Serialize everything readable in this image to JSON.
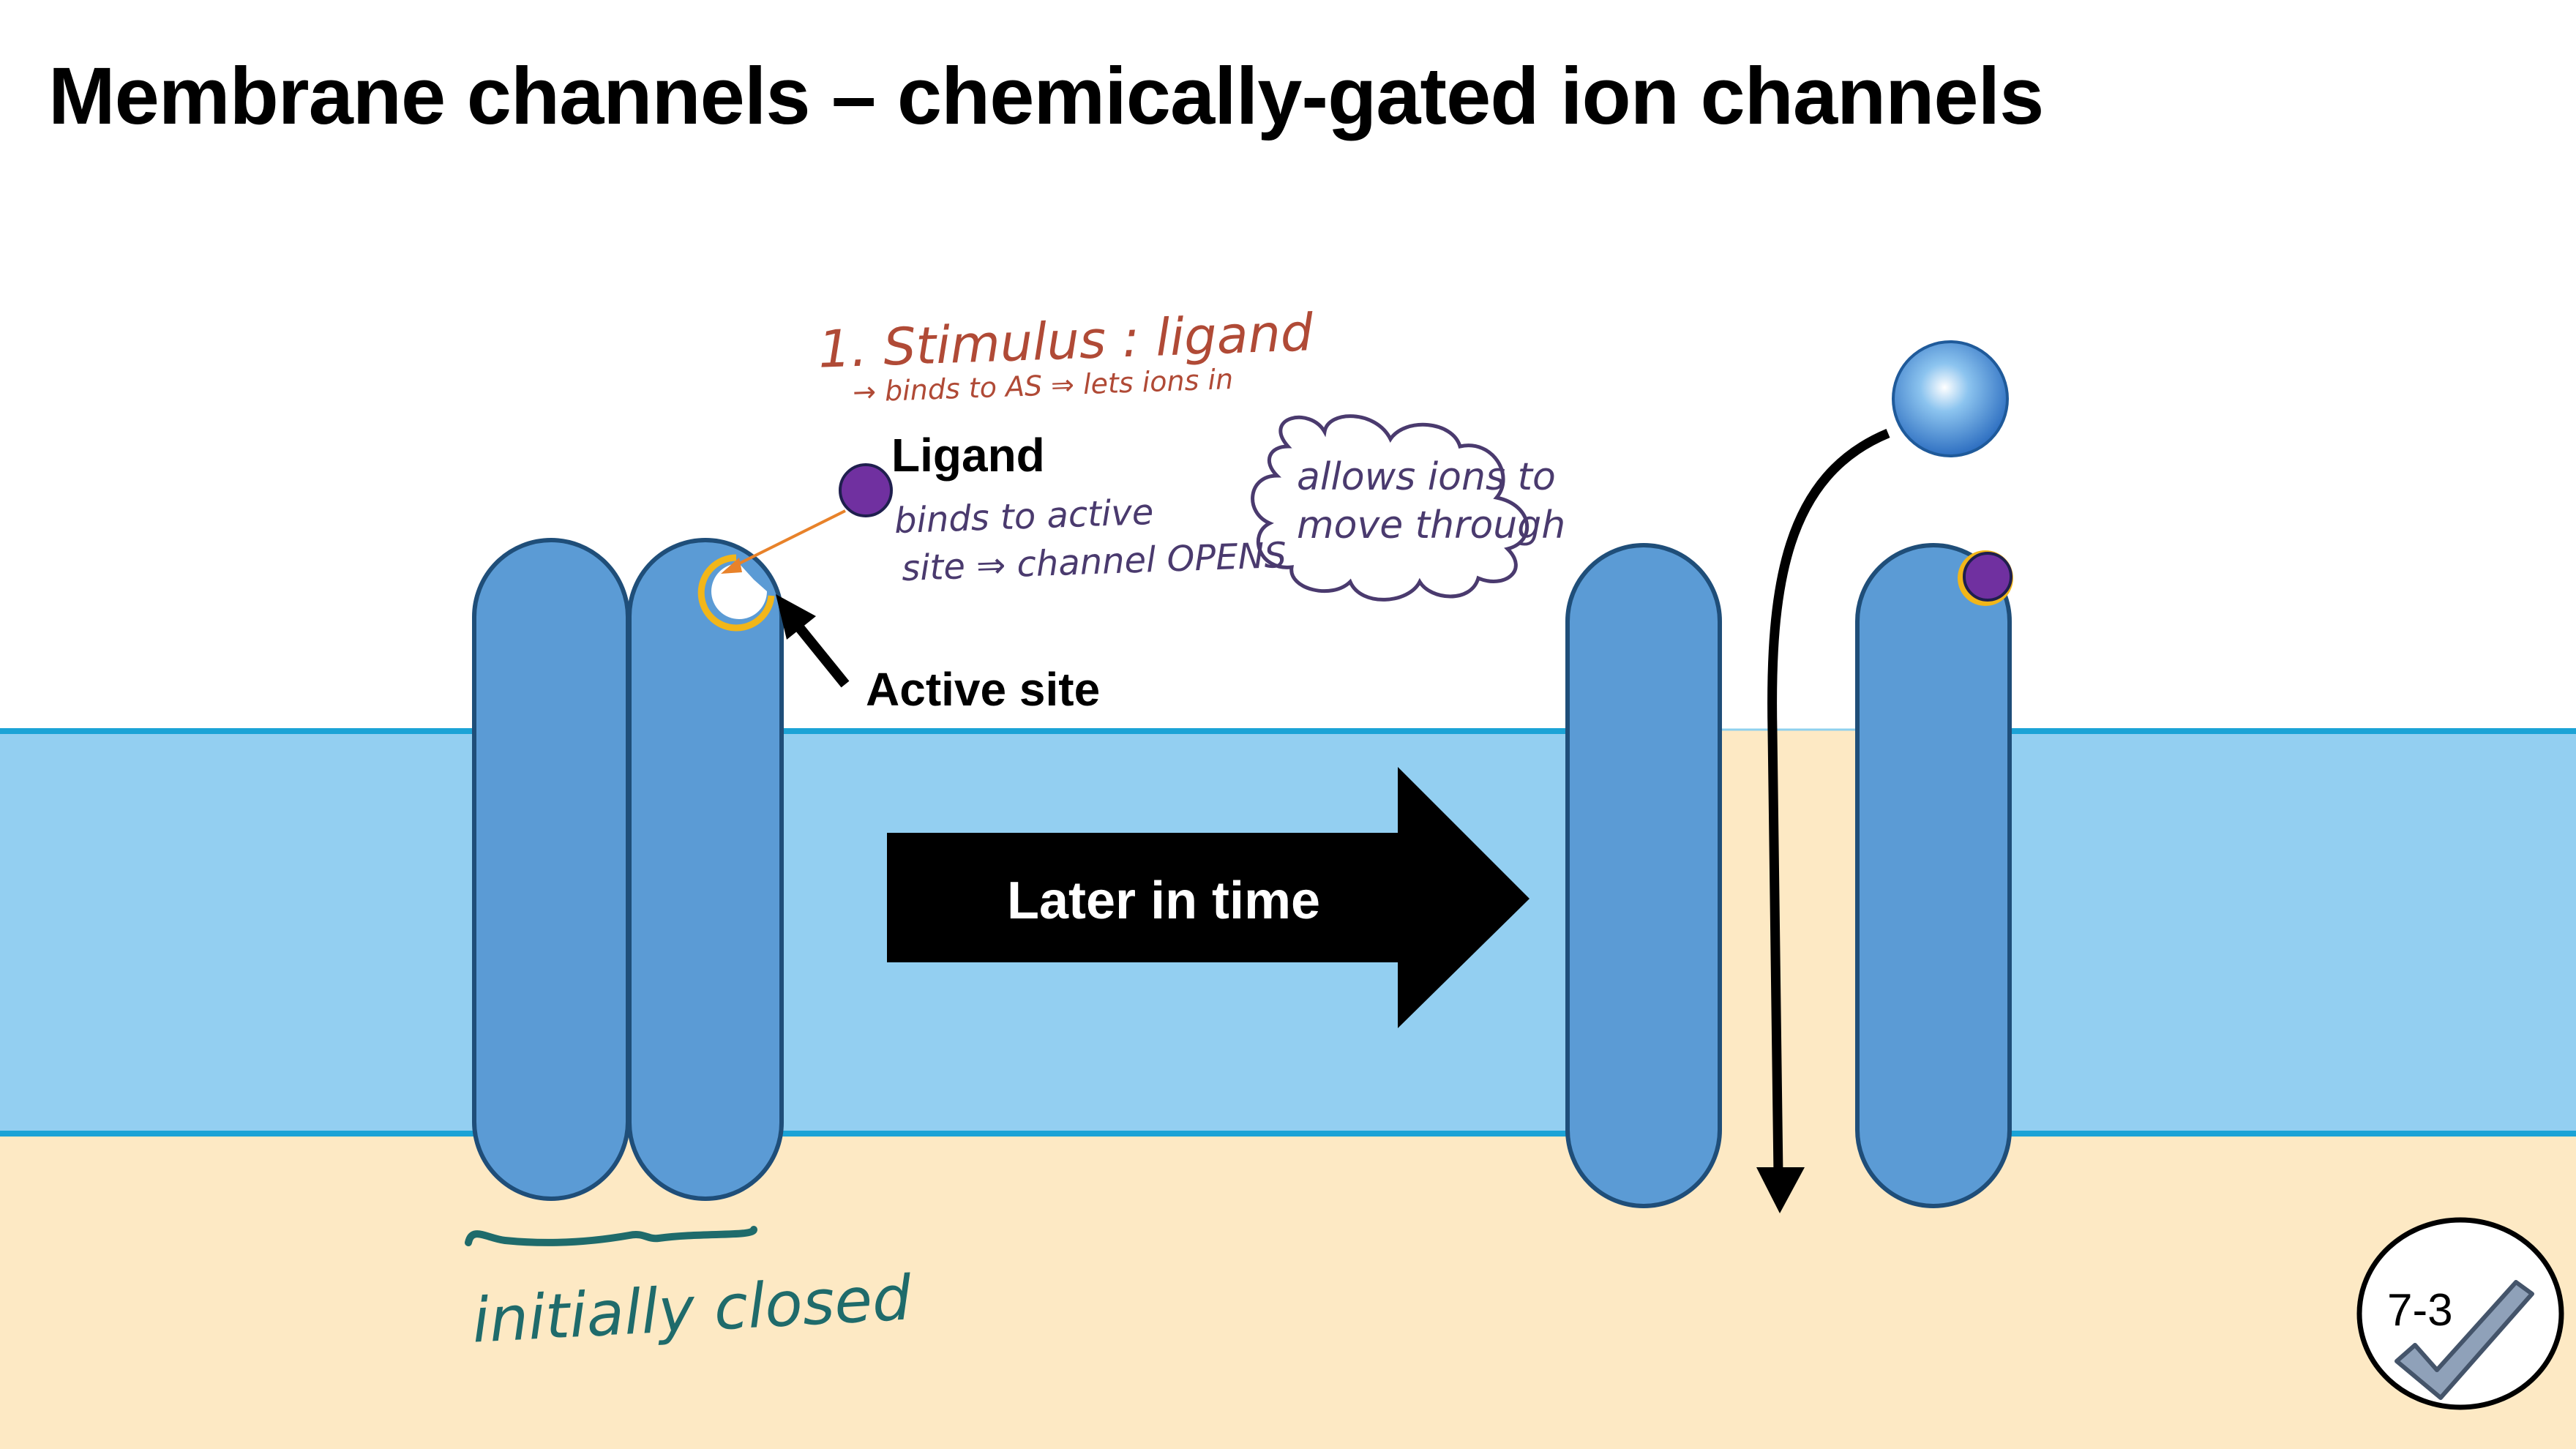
{
  "slide": {
    "title": "Membrane channels – chemically-gated ion channels"
  },
  "annotations": {
    "stimulus_title": "1. Stimulus : ligand",
    "stimulus_sub": "→ binds to AS ⇒ lets ions in",
    "ligand_label": "Ligand",
    "binds_line1": "binds to active",
    "binds_line2": "site ⇒ channel OPENS",
    "active_site_label": "Active site",
    "allows_line1": "allows ions to",
    "allows_line2": "move through",
    "later_label": "Later in time",
    "initially_label": "initially closed"
  },
  "badge": {
    "label": "7-3",
    "icon": "checkmark-icon"
  },
  "colors": {
    "membrane": "#93cff1",
    "membrane_edge": "#1ba3d6",
    "cytoplasm": "#fde9c4",
    "channel_fill": "#5b9bd5",
    "channel_stroke": "#1f4e79",
    "ligand": "#7030a0",
    "active_site": "#f2b619",
    "ion": "#2e82d6",
    "stimulus_ink": "#b04a36",
    "note_ink": "#4a3a6e",
    "closed_ink": "#1f6b6b"
  }
}
